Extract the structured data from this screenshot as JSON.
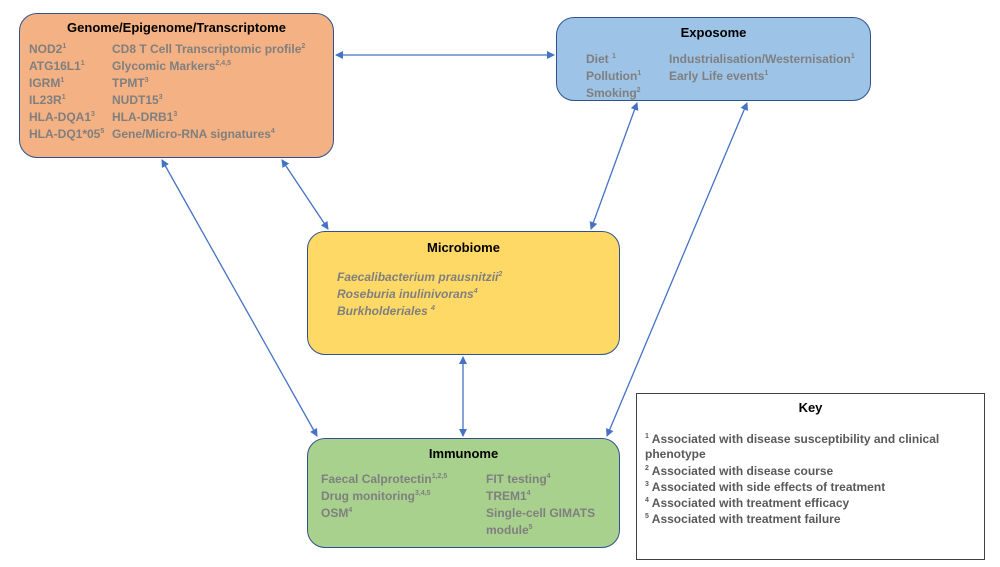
{
  "genome": {
    "title": "Genome/Epigenome/Transcriptome",
    "col1": [
      {
        "text": "NOD2",
        "sup": "1"
      },
      {
        "text": "ATG16L1",
        "sup": "1"
      },
      {
        "text": "IGRM",
        "sup": "1"
      },
      {
        "text": "IL23R",
        "sup": "1"
      },
      {
        "text": "HLA-DQA1",
        "sup": "3"
      },
      {
        "text": "HLA-DQ1*05",
        "sup": "5"
      }
    ],
    "col2": [
      {
        "text": "CD8 T Cell Transcriptomic profile",
        "sup": "2"
      },
      {
        "text": "Glycomic Markers",
        "sup": "2,4,5"
      },
      {
        "text": "TPMT",
        "sup": "3"
      },
      {
        "text": "NUDT15",
        "sup": "3"
      },
      {
        "text": "HLA-DRB1",
        "sup": "3"
      },
      {
        "text": "Gene/Micro-RNA signatures",
        "sup": "4"
      }
    ]
  },
  "exposome": {
    "title": "Exposome",
    "col1": [
      {
        "text": "Diet ",
        "sup": "1"
      },
      {
        "text": "Pollution",
        "sup": "1"
      },
      {
        "text": "Smoking",
        "sup": "2"
      }
    ],
    "col2": [
      {
        "text": "Industrialisation/Westernisation",
        "sup": "1"
      },
      {
        "text": "Early Life events",
        "sup": "1"
      }
    ]
  },
  "microbiome": {
    "title": "Microbiome",
    "items": [
      {
        "text": "Faecalibacterium prausnitzii",
        "sup": "2"
      },
      {
        "text": "Roseburia inulinivorans",
        "sup": "4"
      },
      {
        "text": "Burkholderiales ",
        "sup": "4"
      }
    ]
  },
  "immunome": {
    "title": "Immunome",
    "col1": [
      {
        "text": "Faecal Calprotectin",
        "sup": "1,2,5"
      },
      {
        "text": "Drug monitoring",
        "sup": "3,4,5"
      },
      {
        "text": "OSM",
        "sup": "4"
      }
    ],
    "col2": [
      {
        "text": "FIT testing",
        "sup": "4"
      },
      {
        "text": "TREM1",
        "sup": "4"
      },
      {
        "text": "Single-cell GIMATS",
        "sup": ""
      },
      {
        "text": "module",
        "sup": "5"
      }
    ]
  },
  "key": {
    "title": "Key",
    "lines": [
      {
        "sup": "1",
        "text": " Associated with disease susceptibility and clinical phenotype"
      },
      {
        "sup": "2",
        "text": " Associated with disease course"
      },
      {
        "sup": "3",
        "text": " Associated with side effects of treatment"
      },
      {
        "sup": "4",
        "text": " Associated with treatment efficacy"
      },
      {
        "sup": "5",
        "text": " Associated with treatment failure"
      }
    ]
  },
  "colors": {
    "genome": "#f4b183",
    "exposome": "#9dc3e6",
    "microbiome": "#ffd966",
    "immunome": "#a9d18e",
    "arrow": "#4472c4"
  }
}
